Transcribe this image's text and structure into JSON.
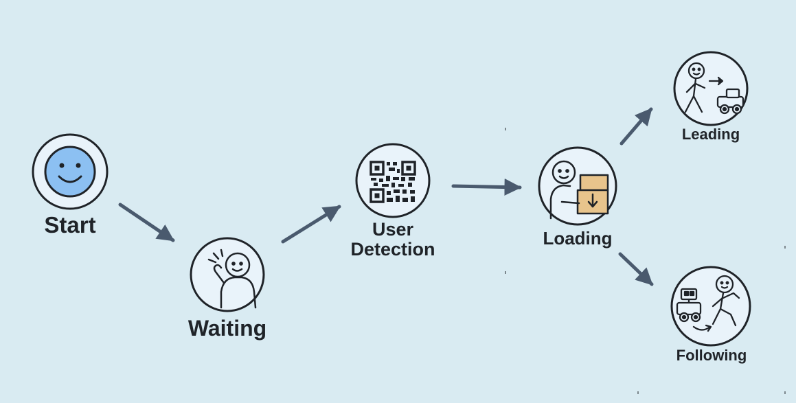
{
  "nodes": {
    "start": "Start",
    "waiting": "Waiting",
    "user_detection_line1": "User",
    "user_detection_line2": "Detection",
    "loading": "Loading",
    "leading": "Leading",
    "following": "Following"
  },
  "colors": {
    "background": "#d9ebf2",
    "node_fill": "#e9f3fa",
    "stroke": "#1f2328",
    "arrow": "#4a5a6e",
    "smiley": "#8cc0f2",
    "box": "#e8c48c"
  },
  "icons": {
    "start": "smiley-icon",
    "waiting": "waving-person-icon",
    "user_detection": "qr-code-icon",
    "loading": "person-with-box-icon",
    "leading": "person-leading-robot-icon",
    "following": "robot-following-person-icon"
  }
}
